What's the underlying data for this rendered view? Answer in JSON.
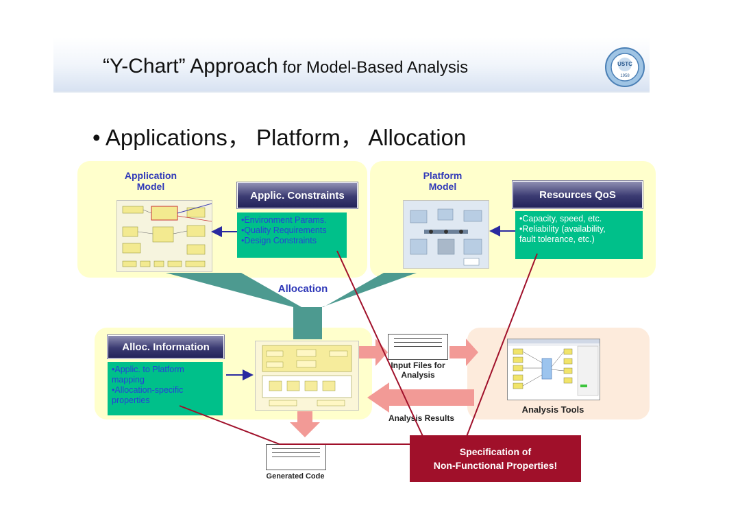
{
  "slide": {
    "title_main": "“Y-Chart” Approach",
    "title_sub": " for Model-Based Analysis",
    "logo_text": "USTC",
    "bullet": "• Applications， Platform， Allocation"
  },
  "application": {
    "title_line1": "Application",
    "title_line2": "Model",
    "constraints_header": "Applic. Constraints",
    "constraints_items": [
      "•Environment Params.",
      "•Quality Requirements",
      "•Design Constraints"
    ]
  },
  "platform": {
    "title_line1": "Platform",
    "title_line2": "Model",
    "qos_header": "Resources QoS",
    "qos_items": [
      "•Capacity, speed, etc.",
      "•Reliability (availability,",
      "fault tolerance, etc.)"
    ]
  },
  "allocation": {
    "label": "Allocation",
    "info_header": "Alloc. Information",
    "info_items": [
      "•Applic. to Platform",
      "mapping",
      "•Allocation-specific",
      "properties"
    ]
  },
  "analysis": {
    "input_files_line1": "Input Files for",
    "input_files_line2": "Analysis",
    "results_label": "Analysis Results",
    "tools_label": "Analysis Tools",
    "generated_code_label": "Generated Code"
  },
  "spec": {
    "line1": "Specification of",
    "line2": "Non-Functional Properties!"
  },
  "colors": {
    "panel_yellow": "#ffffcc",
    "panel_peach": "#fdebdc",
    "green_box": "#00c08a",
    "blue_text": "#2640d8",
    "y_shape": "#4d9a90",
    "pink_arrow": "#f29a96",
    "red_line": "#a0102a",
    "spec_box": "#a0102a"
  }
}
